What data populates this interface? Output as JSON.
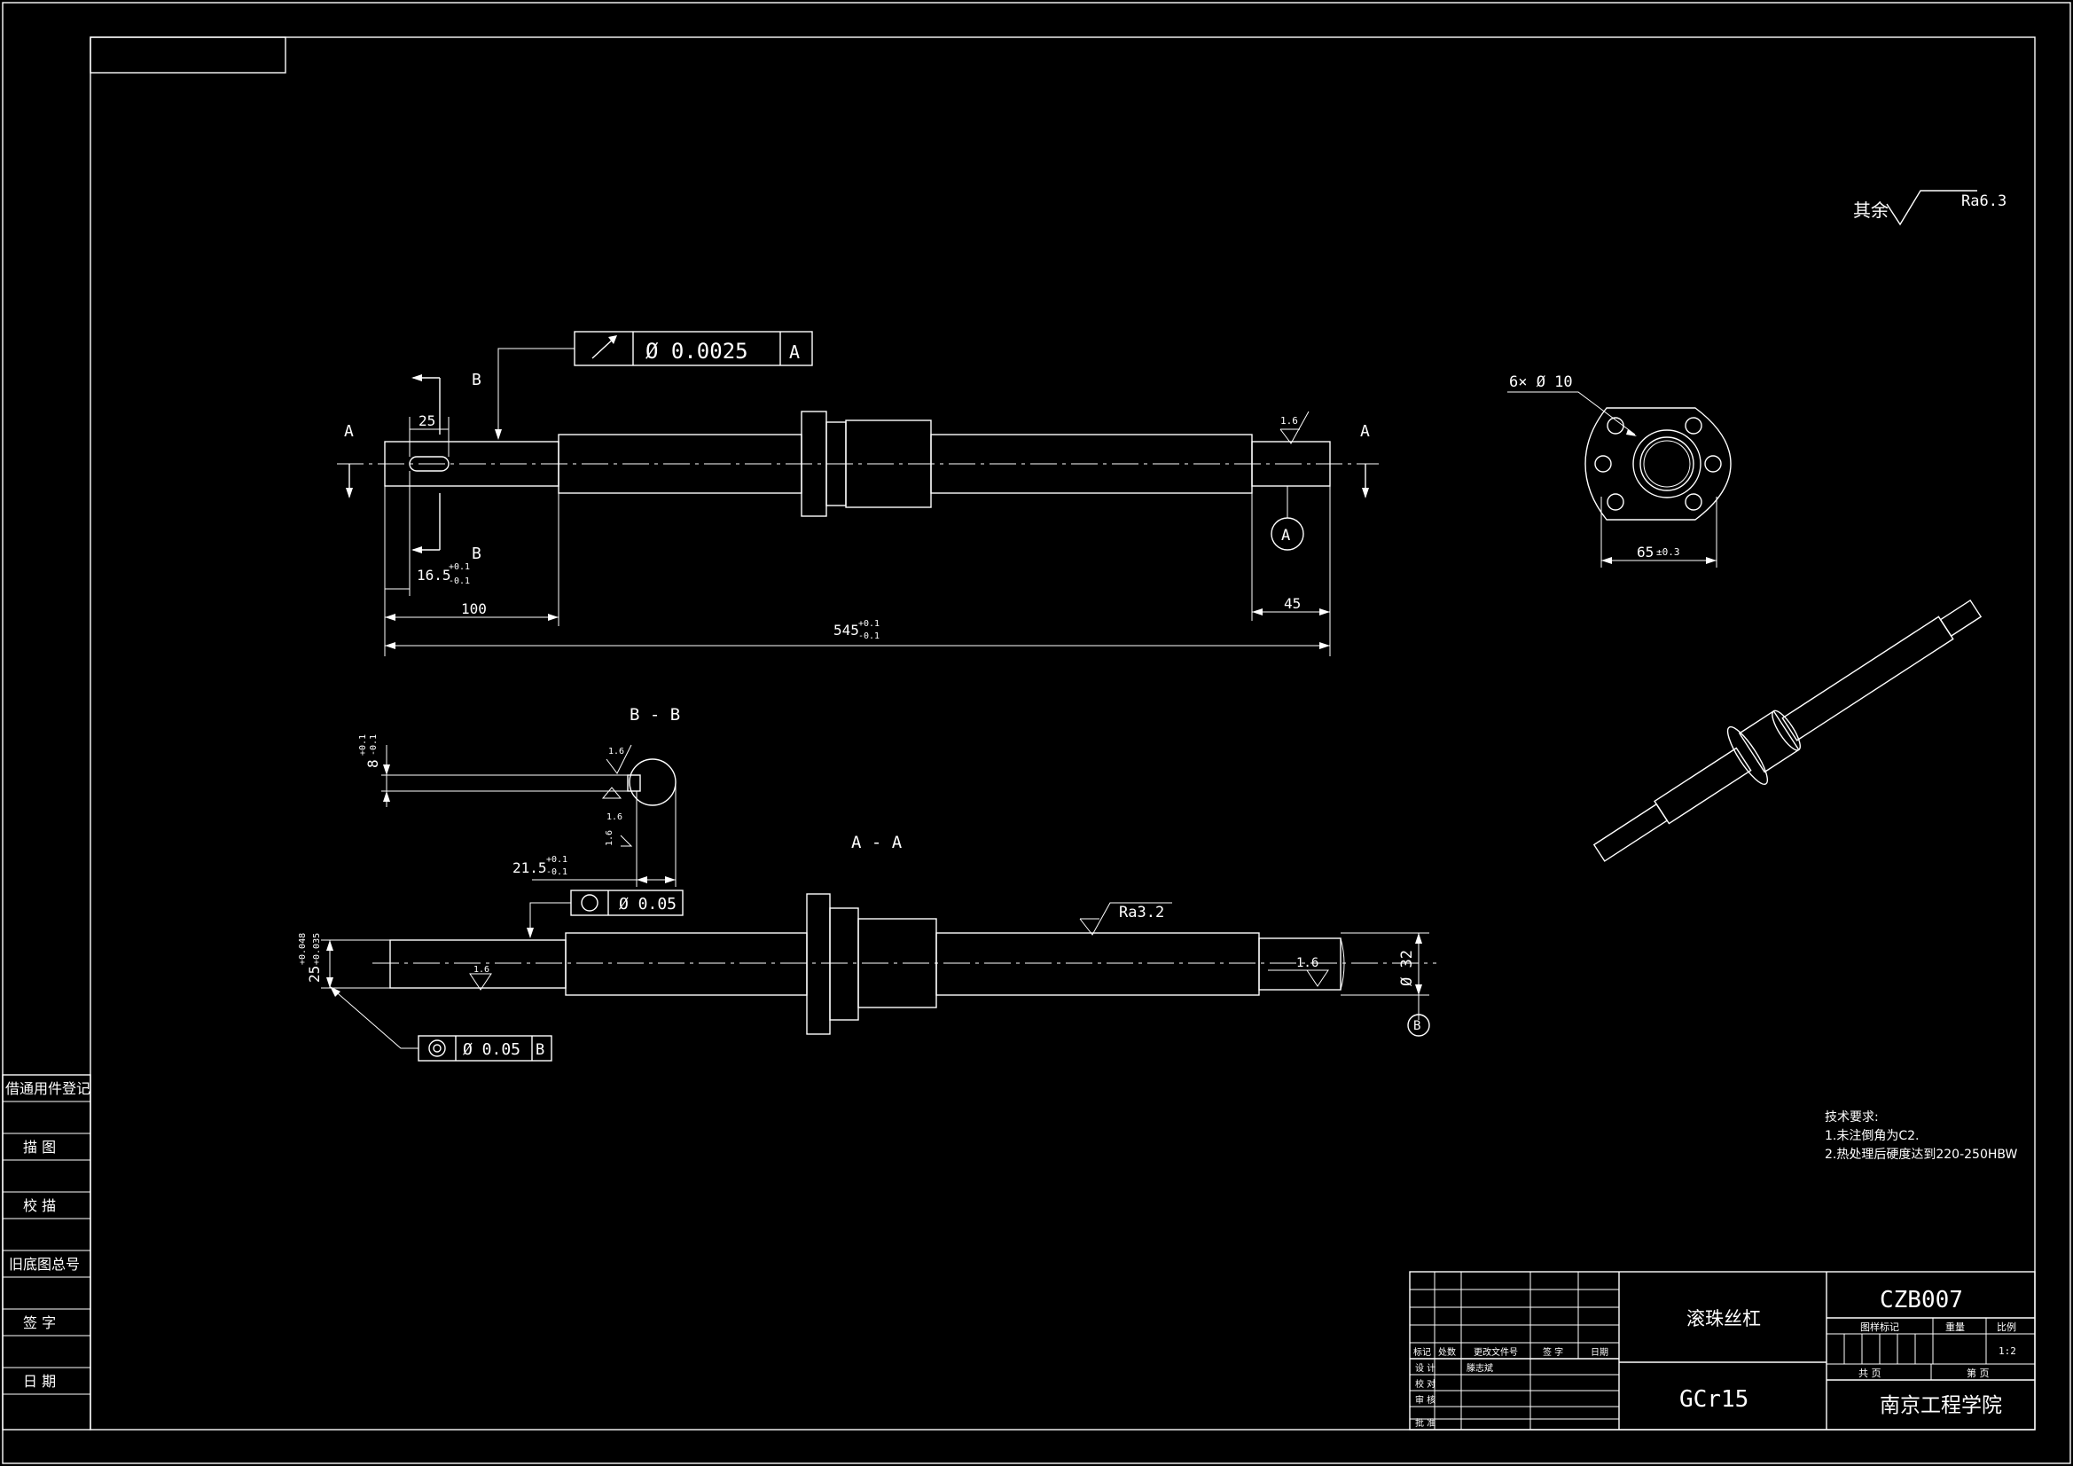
{
  "roughness_note": {
    "prefix": "其余",
    "value": "Ra6.3"
  },
  "front_view": {
    "section_A": "A",
    "section_B": "B",
    "tolerance_frame": {
      "value": "Ø 0.0025",
      "datum": "A"
    },
    "dims": {
      "keyway_len": "25",
      "keyway_pos": "16.5",
      "keyway_pos_tol_up": "+0.1",
      "keyway_pos_tol_lo": "-0.1",
      "left_journal": "100",
      "right_journal": "45",
      "total": "545",
      "total_tol_up": "+0.1",
      "total_tol_lo": "-0.1",
      "roughness_end": "1.6"
    },
    "datum_A": "A"
  },
  "flange_view": {
    "holes": "6× Ø 10",
    "pcd": "65",
    "pcd_tol": "±0.3"
  },
  "section_BB": {
    "title": "B - B",
    "depth": "8",
    "depth_tol_up": "+0.1",
    "depth_tol_lo": "-0.1",
    "width": "21.5",
    "width_tol_up": "+0.1",
    "width_tol_lo": "-0.1",
    "roughness_1": "1.6",
    "roughness_2": "1.6",
    "roughness_3": "1.6"
  },
  "section_AA": {
    "title": "A - A",
    "roundness_frame": {
      "value": "Ø 0.05"
    },
    "coax_frame": {
      "value": "Ø 0.05",
      "datum": "B"
    },
    "dia_left": "25",
    "dia_left_tol_up": "+0.048",
    "dia_left_tol_lo": "+0.035",
    "roughness_thread": "Ra3.2",
    "roughness_left": "1.6",
    "roughness_right": "1.6",
    "dia_right": "Ø 32",
    "datum_B": "B"
  },
  "tech_requirements": {
    "title": "技术要求:",
    "items": [
      "1.未注倒角为C2.",
      "2.热处理后硬度达到220-250HBW"
    ]
  },
  "left_strip": {
    "items": [
      "借通用件登记",
      "描 图",
      "校 描",
      "旧底图总号",
      "签 字",
      "日 期"
    ]
  },
  "title_block": {
    "part_name": "滚珠丝杠",
    "material": "GCr15",
    "drawing_no": "CZB007",
    "school": "南京工程学院",
    "stage_label": "图样标记",
    "weight_label": "重量",
    "scale_label": "比例",
    "scale_value": "1:2",
    "sheets_total": "共 页",
    "sheet_no": "第 页",
    "rev_headers": [
      "标记",
      "处数",
      "更改文件号",
      "签 字",
      "日期"
    ],
    "sign_rows": [
      "设 计",
      "校 对",
      "审 核",
      "批 准"
    ],
    "designer": "滕志斌"
  }
}
